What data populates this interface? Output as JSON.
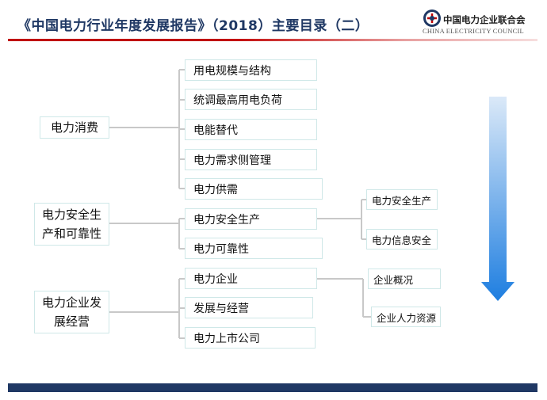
{
  "header": {
    "title": "《中国电力行业年度发展报告》（2018）主要目录（二）",
    "logo_cn": "中国电力企业联合会",
    "logo_en": "CHINA ELECTRICITY COUNCIL"
  },
  "tree": {
    "consumption": {
      "label": "电力消费",
      "items": [
        "用电规模与结构",
        "统调最高用电负荷",
        "电能替代",
        "电力需求侧管理",
        "电力供需"
      ]
    },
    "safety": {
      "label_line1": "电力安全生",
      "label_line2": "产和可靠性",
      "items": [
        "电力安全生产",
        "电力可靠性"
      ],
      "sub_items": [
        "电力安全生产",
        "电力信息安全"
      ]
    },
    "enterprise": {
      "label_line1": "电力企业发",
      "label_line2": "展经营",
      "items": [
        "电力企业",
        "发展与经营",
        "电力上市公司"
      ],
      "sub_items": [
        "企业概况",
        "企业人力资源"
      ]
    }
  },
  "colors": {
    "title": "#1f3864",
    "accent_red": "#c00000",
    "box_border": "#cfe8e8",
    "connector": "#c8c8c8",
    "arrow_top": "#dbe9f8",
    "arrow_bottom": "#1e7ee0",
    "footer_bar": "#1f3864"
  }
}
